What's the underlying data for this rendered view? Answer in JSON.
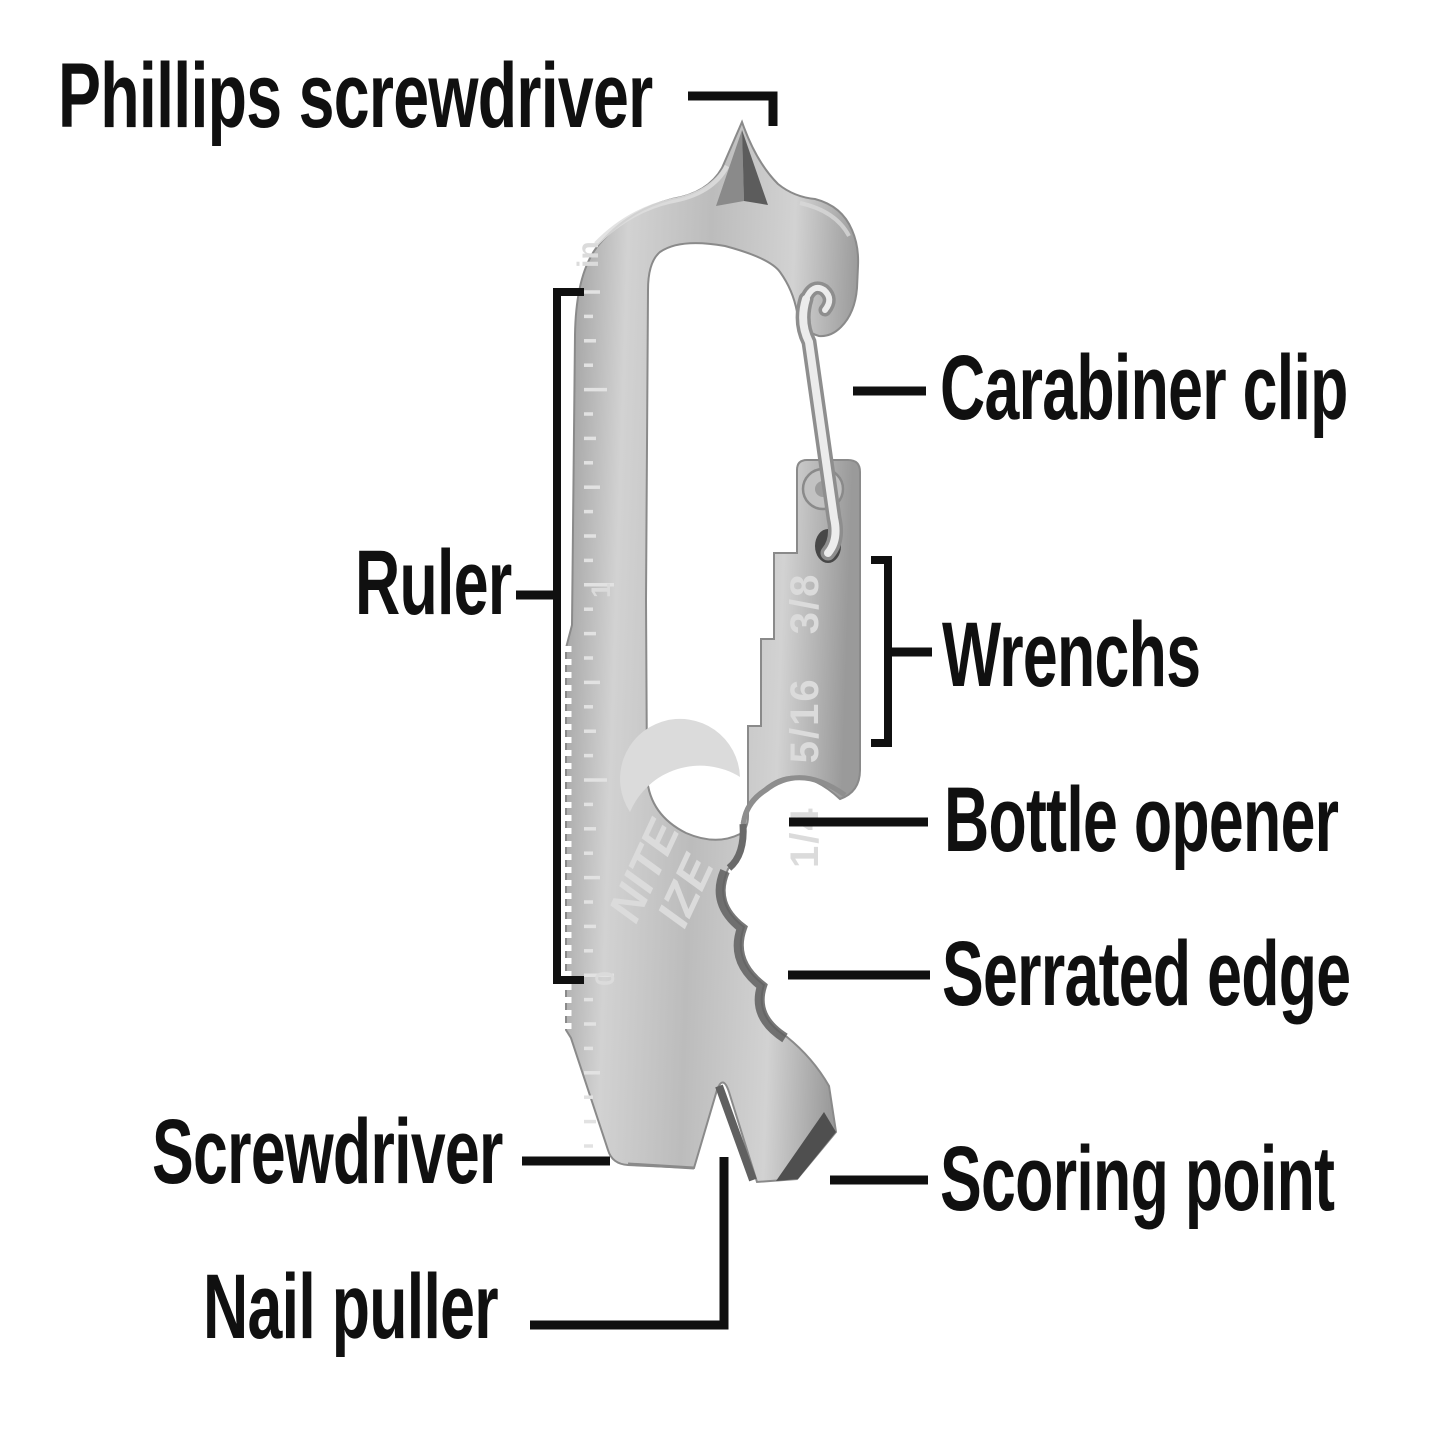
{
  "labels": {
    "phillips": "Phillips screwdriver",
    "carabiner": "Carabiner clip",
    "ruler": "Ruler",
    "wrenches": "Wrenchs",
    "bottle": "Bottle opener",
    "serrated": "Serrated edge",
    "screwdriver": "Screwdriver",
    "scoring": "Scoring point",
    "nail": "Nail puller"
  },
  "engravings": {
    "ruler_unit": "in",
    "ruler_mark_one": "1",
    "ruler_mark_zero": "0",
    "wrench_sizes": [
      "1/4",
      "5/16",
      "3/8"
    ],
    "brand": [
      "NITE",
      "IZE"
    ]
  },
  "colors": {
    "background": "#ffffff",
    "label_text": "#101010",
    "connector": "#101010",
    "metal_light": "#d2d2d2",
    "metal_mid": "#bcbcbc",
    "metal_dark": "#9a9a9a",
    "metal_shadow": "#5e5e5e",
    "engraving": "#dbdbdb",
    "wire_highlight": "#ececec",
    "wire_shadow": "#8e8e8e"
  }
}
